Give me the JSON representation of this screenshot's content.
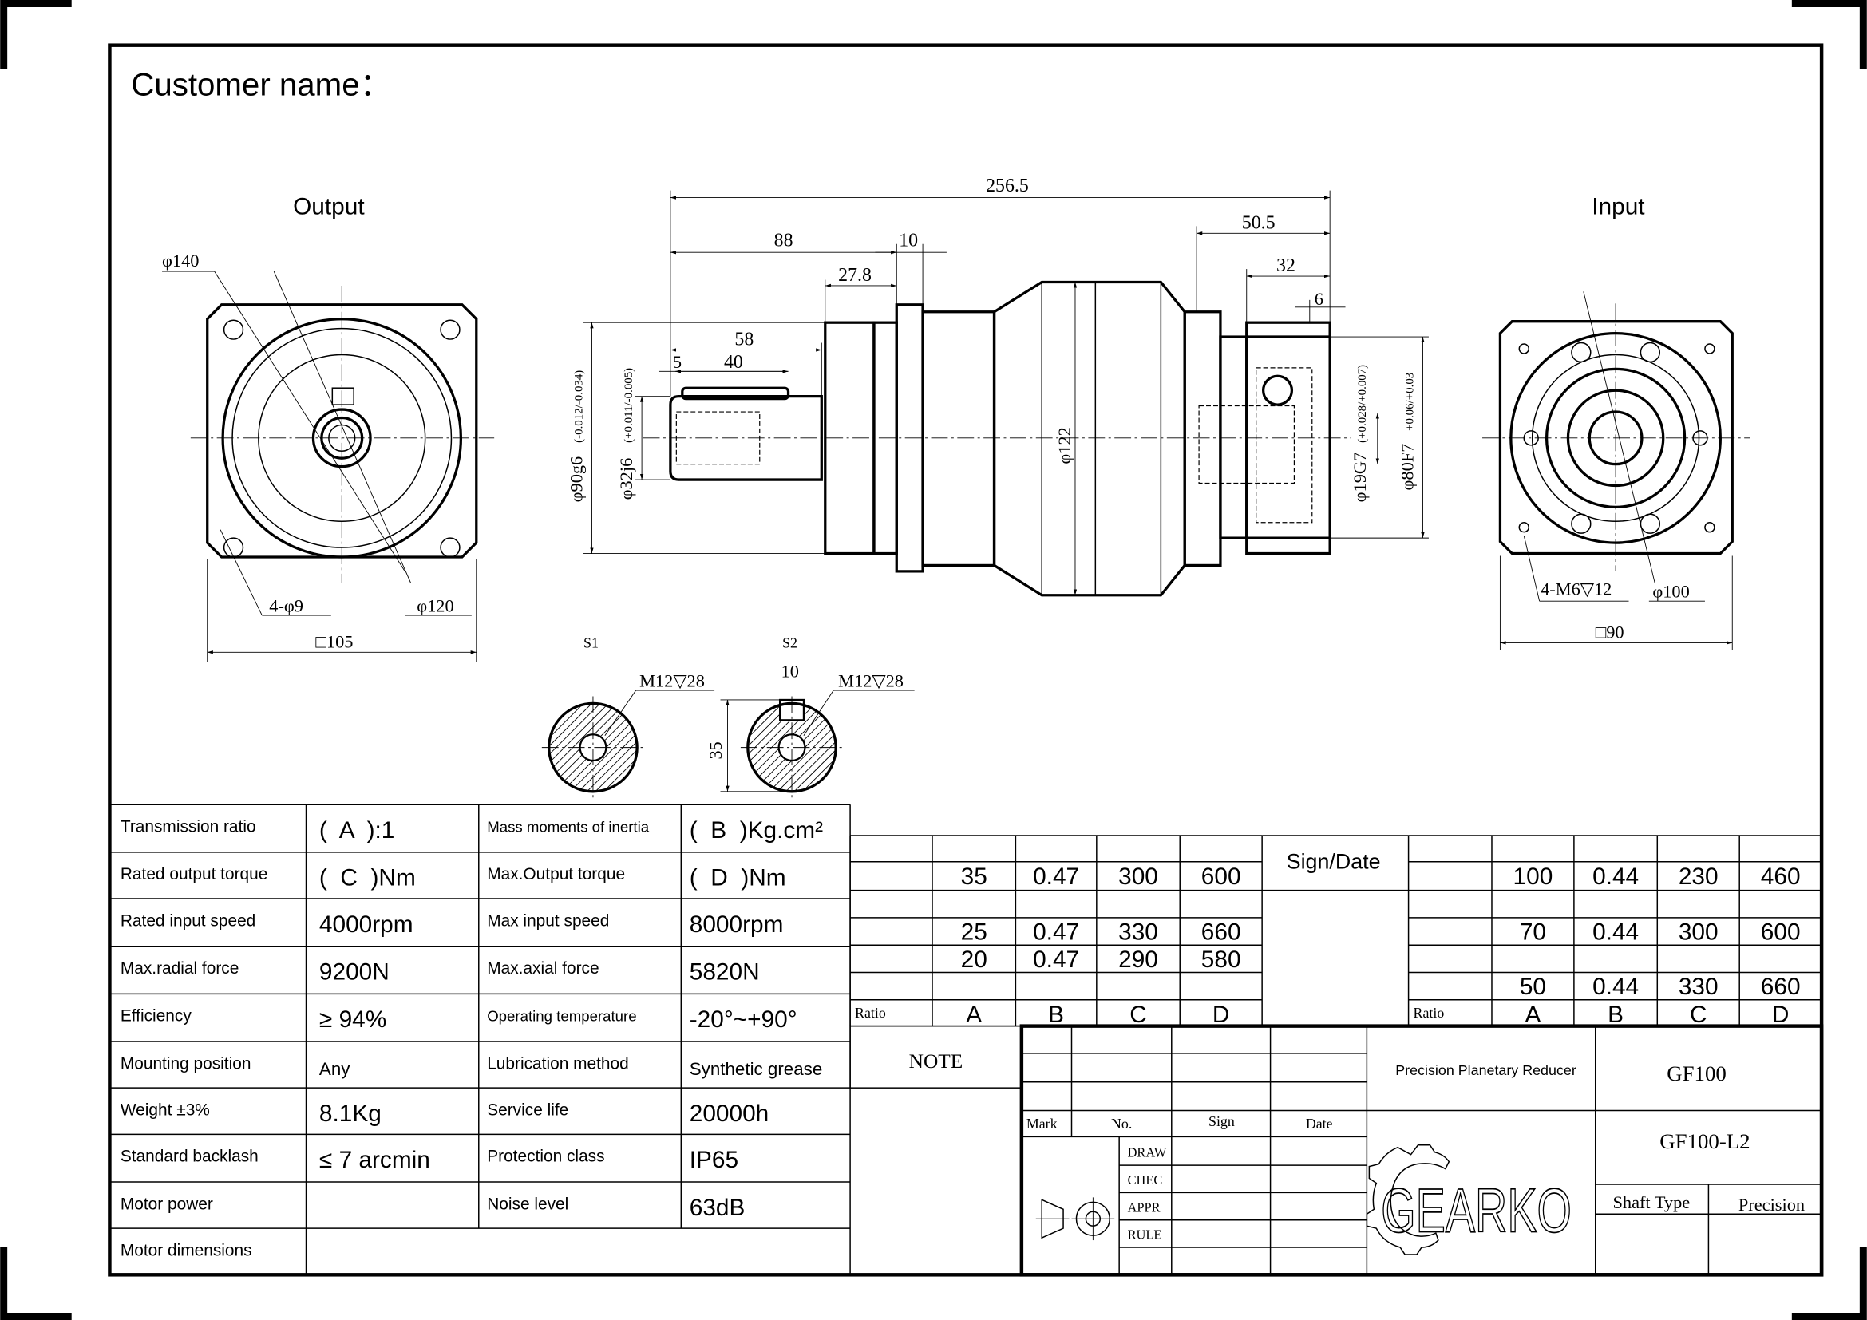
{
  "header": {
    "customer_label": "Customer name："
  },
  "views": {
    "output_label": "Output",
    "input_label": "Input"
  },
  "output_view": {
    "outer_dia": "φ140",
    "holes": "4-φ9",
    "pcd": "φ120",
    "square": "□105"
  },
  "main_view": {
    "total_length": "256.5",
    "len_88": "88",
    "len_10": "10",
    "len_27_8": "27.8",
    "len_58": "58",
    "len_5": "5",
    "len_40": "40",
    "len_50_5": "50.5",
    "len_32": "32",
    "len_6": "6",
    "dia_90": "φ90g6",
    "dia_90_tol": "(-0.012/-0.034)",
    "dia_32": "φ32j6",
    "dia_32_tol": "(+0.011/-0.005)",
    "dia_122": "φ122",
    "dia_19": "φ19G7",
    "dia_19_tol": "(+0.028/+0.007)",
    "dia_80": "φ80F7",
    "dia_80_tol": "+0.06/+0.03"
  },
  "input_view": {
    "holes": "4-M6▽12",
    "pcd": "φ100",
    "square": "□90"
  },
  "sections": {
    "s1_label": "S1",
    "s2_label": "S2",
    "s1_thread": "M12▽28",
    "s2_thread": "M12▽28",
    "s2_key_width": "10",
    "s2_height": "35"
  },
  "specs": [
    {
      "label": "Transmission ratio",
      "value": "(  A  ):1",
      "label2": "Mass moments of inertia",
      "value2": "(  B  )Kg.cm²"
    },
    {
      "label": "Rated output torque",
      "value": "(  C  )Nm",
      "label2": "Max.Output torque",
      "value2": "(  D  )Nm"
    },
    {
      "label": "Rated input speed",
      "value": "4000rpm",
      "label2": "Max input speed",
      "value2": "8000rpm"
    },
    {
      "label": "Max.radial force",
      "value": "9200N",
      "label2": "Max.axial  force",
      "value2": "5820N"
    },
    {
      "label": "Efficiency",
      "value": "≥ 94%",
      "label2": "Operating temperature",
      "value2": "-20°~+90°"
    },
    {
      "label": "Mounting position",
      "value": "Any",
      "label2": "Lubrication method",
      "value2": "Synthetic grease"
    },
    {
      "label": "Weight ±3%",
      "value": "8.1Kg",
      "label2": "Service life",
      "value2": "20000h"
    },
    {
      "label": "Standard backlash",
      "value": "≤ 7 arcmin",
      "label2": "Protection class",
      "value2": "IP65"
    },
    {
      "label": "Motor power",
      "value": "",
      "label2": "Noise level",
      "value2": "63dB"
    },
    {
      "label": "Motor dimensions",
      "value": "",
      "label2": "",
      "value2": ""
    }
  ],
  "ratio_tables": {
    "ratio_label": "Ratio",
    "columns": [
      "A",
      "B",
      "C",
      "D"
    ],
    "sign_date": "Sign/Date",
    "left_rows": [
      [
        "",
        "",
        "",
        ""
      ],
      [
        "35",
        "0.47",
        "300",
        "600"
      ],
      [
        "",
        "",
        "",
        ""
      ],
      [
        "25",
        "0.47",
        "330",
        "660"
      ],
      [
        "20",
        "0.47",
        "290",
        "580"
      ],
      [
        "",
        "",
        "",
        ""
      ]
    ],
    "right_rows": [
      [
        "",
        "",
        "",
        ""
      ],
      [
        "100",
        "0.44",
        "230",
        "460"
      ],
      [
        "",
        "",
        "",
        ""
      ],
      [
        "70",
        "0.44",
        "300",
        "600"
      ],
      [
        "",
        "",
        "",
        ""
      ],
      [
        "50",
        "0.44",
        "330",
        "660"
      ]
    ]
  },
  "title_block": {
    "note": "NOTE",
    "mark": "Mark",
    "no": "No.",
    "sign": "Sign",
    "date": "Date",
    "roles": [
      "DRAW",
      "CHEC",
      "APPR",
      "RULE"
    ],
    "product_name": "Precision Planetary Reducer",
    "model": "GF100",
    "drawing_no": "GF100-L2",
    "shaft_type_label": "Shaft Type",
    "shaft_type_value": "Precision",
    "logo_text": "GEARKO"
  }
}
